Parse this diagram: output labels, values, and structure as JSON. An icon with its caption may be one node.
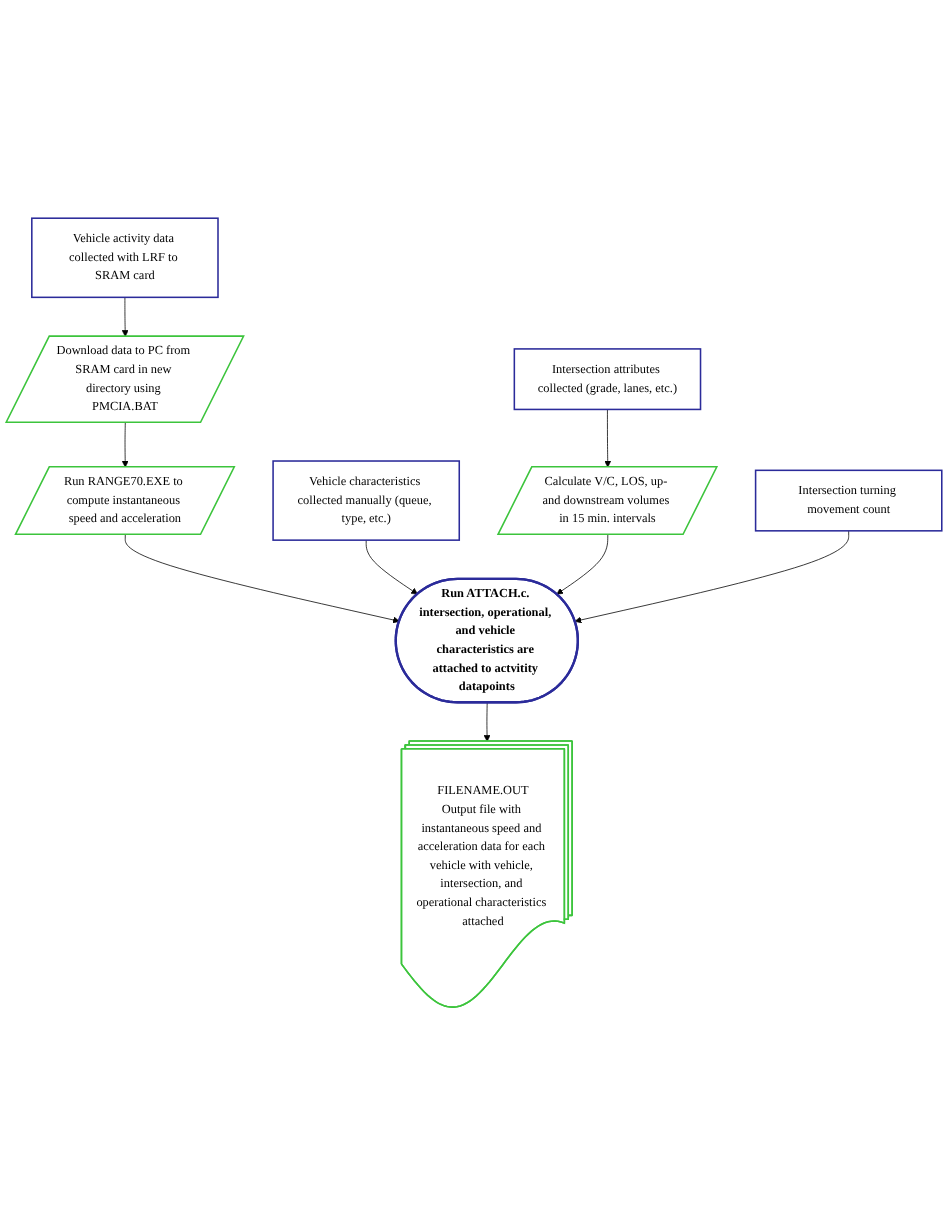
{
  "diagram": {
    "nodes": [
      {
        "text": [
          "Vehicle activity data collected with LRF to SRAM card"
        ]
      },
      {
        "text": [
          "Download data to PC from SRAM card in new directory using PMCIA.BAT"
        ]
      },
      {
        "text": [
          "Run RANGE70.EXE to compute instantaneous speed and acceleration"
        ]
      },
      {
        "text": [
          "Vehicle characteristics collected manually (queue, type, etc.)"
        ]
      },
      {
        "text": [
          "Intersection attributes collected (grade, lanes, etc.)"
        ]
      },
      {
        "text": [
          "Calculate V/C, LOS, up- and downstream volumes in 15 min. intervals"
        ]
      },
      {
        "text": [
          "Intersection turning movement count"
        ]
      },
      {
        "text": [
          "Run ATTACH.c. intersection, operational, and vehicle characteristics are attached to actvitity datapoints"
        ]
      },
      {
        "text": [
          "FILENAME.OUT",
          "Output file with instantaneous speed and acceleration data for each vehicle with vehicle, intersection, and operational characteristics attached"
        ]
      }
    ],
    "edges": [
      {
        "from": 0,
        "to": 1,
        "arrow": "to"
      },
      {
        "from": 1,
        "to": 2,
        "arrow": "to"
      },
      {
        "from": 2,
        "to": 7,
        "arrow": "to"
      },
      {
        "from": 3,
        "to": 7,
        "arrow": "to"
      },
      {
        "from": 4,
        "to": 5,
        "arrow": "to"
      },
      {
        "from": 5,
        "to": 7,
        "arrow": "to"
      },
      {
        "from": 6,
        "to": 7,
        "arrow": "to"
      },
      {
        "from": 7,
        "to": 8,
        "arrow": "to"
      }
    ]
  }
}
